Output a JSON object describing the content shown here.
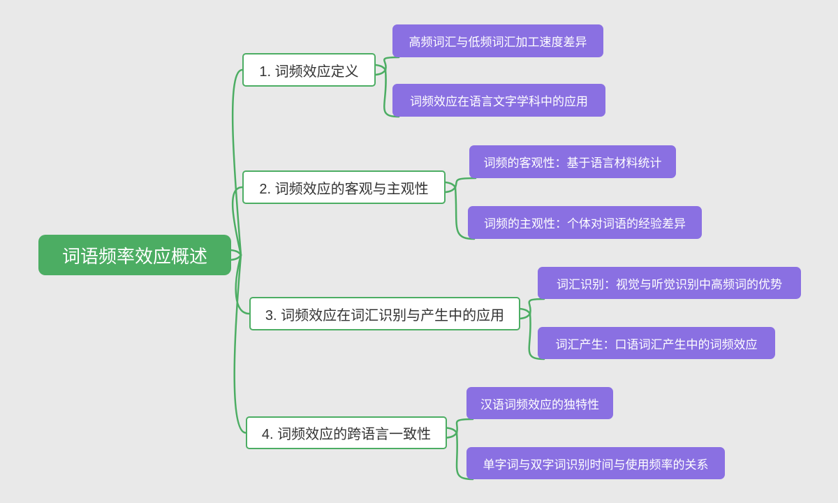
{
  "mindmap": {
    "root": {
      "label": "词语频率效应概述"
    },
    "branches": [
      {
        "label": "1. 词频效应定义",
        "children": [
          "高频词汇与低频词汇加工速度差异",
          "词频效应在语言文字学科中的应用"
        ]
      },
      {
        "label": "2. 词频效应的客观与主观性",
        "children": [
          "词频的客观性：基于语言材料统计",
          "词频的主观性：个体对词语的经验差异"
        ]
      },
      {
        "label": "3. 词频效应在词汇识别与产生中的应用",
        "children": [
          "词汇识别：视觉与听觉识别中高频词的优势",
          "词汇产生：口语词汇产生中的词频效应"
        ]
      },
      {
        "label": "4. 词频效应的跨语言一致性",
        "children": [
          "汉语词频效应的独特性",
          "单字词与双字词识别时间与使用频率的关系"
        ]
      }
    ],
    "colors": {
      "background": "#E9E9E9",
      "connector": "#4CAD63",
      "root_fill": "#4CAD63",
      "branch_border": "#4CAD63",
      "leaf_fill": "#8A70E2",
      "root_text": "#FFFFFF",
      "branch_text": "#333333",
      "leaf_text": "#FFFFFF"
    }
  }
}
